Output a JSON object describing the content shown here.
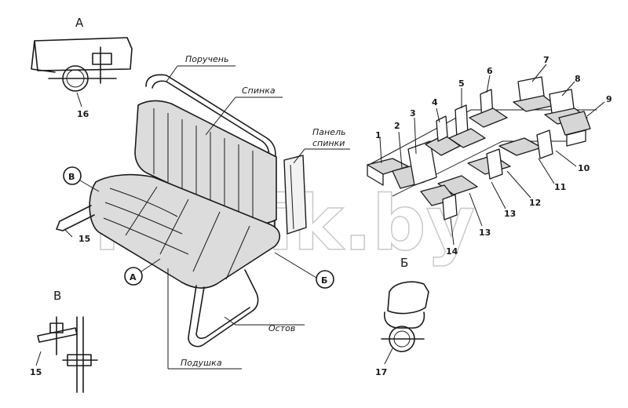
{
  "watermark": "mazik.by",
  "view_labels": {
    "a": "А",
    "b": "Б",
    "v": "В"
  },
  "callout_circles": {
    "a": "А",
    "b": "Б",
    "v": "В"
  },
  "part_labels": {
    "handrail": "Поручень",
    "backrest": "Спинка",
    "backrest_panel_1": "Панель",
    "backrest_panel_2": "спинки",
    "frame": "Остов",
    "cushion": "Подушка"
  },
  "part_numbers": {
    "n1": "1",
    "n2": "2",
    "n3": "3",
    "n4": "4",
    "n5": "5",
    "n6": "6",
    "n7": "7",
    "n8": "8",
    "n9": "9",
    "n10": "10",
    "n11": "11",
    "n12": "12",
    "n13a": "13",
    "n13b": "13",
    "n14": "14",
    "n15a": "15",
    "n15b": "15",
    "n16": "16",
    "n17": "17"
  }
}
